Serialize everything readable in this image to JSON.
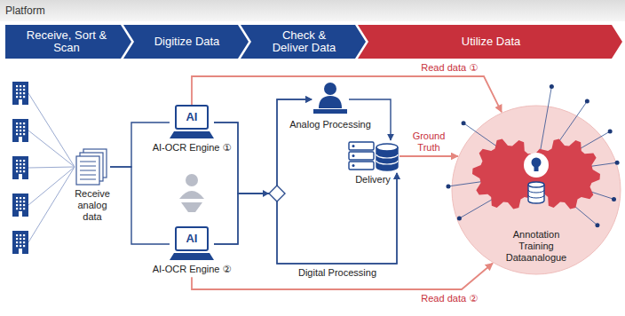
{
  "diagram": {
    "nodes": [
      {
        "text": [
          "Receive, Sort & Scan"
        ]
      },
      {
        "text": [
          "Digitize Data"
        ]
      },
      {
        "text": [
          "Check & Deliver Data"
        ]
      },
      {
        "text": [
          "Utilize Data"
        ]
      },
      {
        "text": [
          "Receive analog data"
        ]
      },
      {
        "text": [
          "AI",
          "AI-OCR Engine ①"
        ]
      },
      {
        "text": [
          "AI",
          "AI-OCR Engine ②"
        ]
      },
      {
        "text": [
          "Analog Processing"
        ]
      },
      {
        "text": [
          "Delivery"
        ]
      },
      {
        "text": [
          "Annotation Training Dataanalogue"
        ]
      }
    ],
    "edges": [
      {
        "from": 4,
        "to": 5,
        "arrow": "none"
      },
      {
        "from": 4,
        "to": 6,
        "arrow": "none"
      },
      {
        "from": 5,
        "to": 7,
        "arrow": "to"
      },
      {
        "from": 5,
        "to": 8,
        "arrow": "to"
      },
      {
        "from": 6,
        "to": 7,
        "arrow": "to"
      },
      {
        "from": 6,
        "to": 8,
        "label": "Digital Processing",
        "arrow": "to"
      },
      {
        "from": 7,
        "to": 8,
        "arrow": "to"
      },
      {
        "from": 8,
        "to": 9,
        "label": "Ground Truth",
        "arrow": "to"
      },
      {
        "from": 5,
        "to": 9,
        "label": "Read data ①",
        "arrow": "to"
      },
      {
        "from": 6,
        "to": 9,
        "label": "Read data ②",
        "arrow": "to"
      }
    ],
    "labels": [
      "Platform"
    ]
  }
}
